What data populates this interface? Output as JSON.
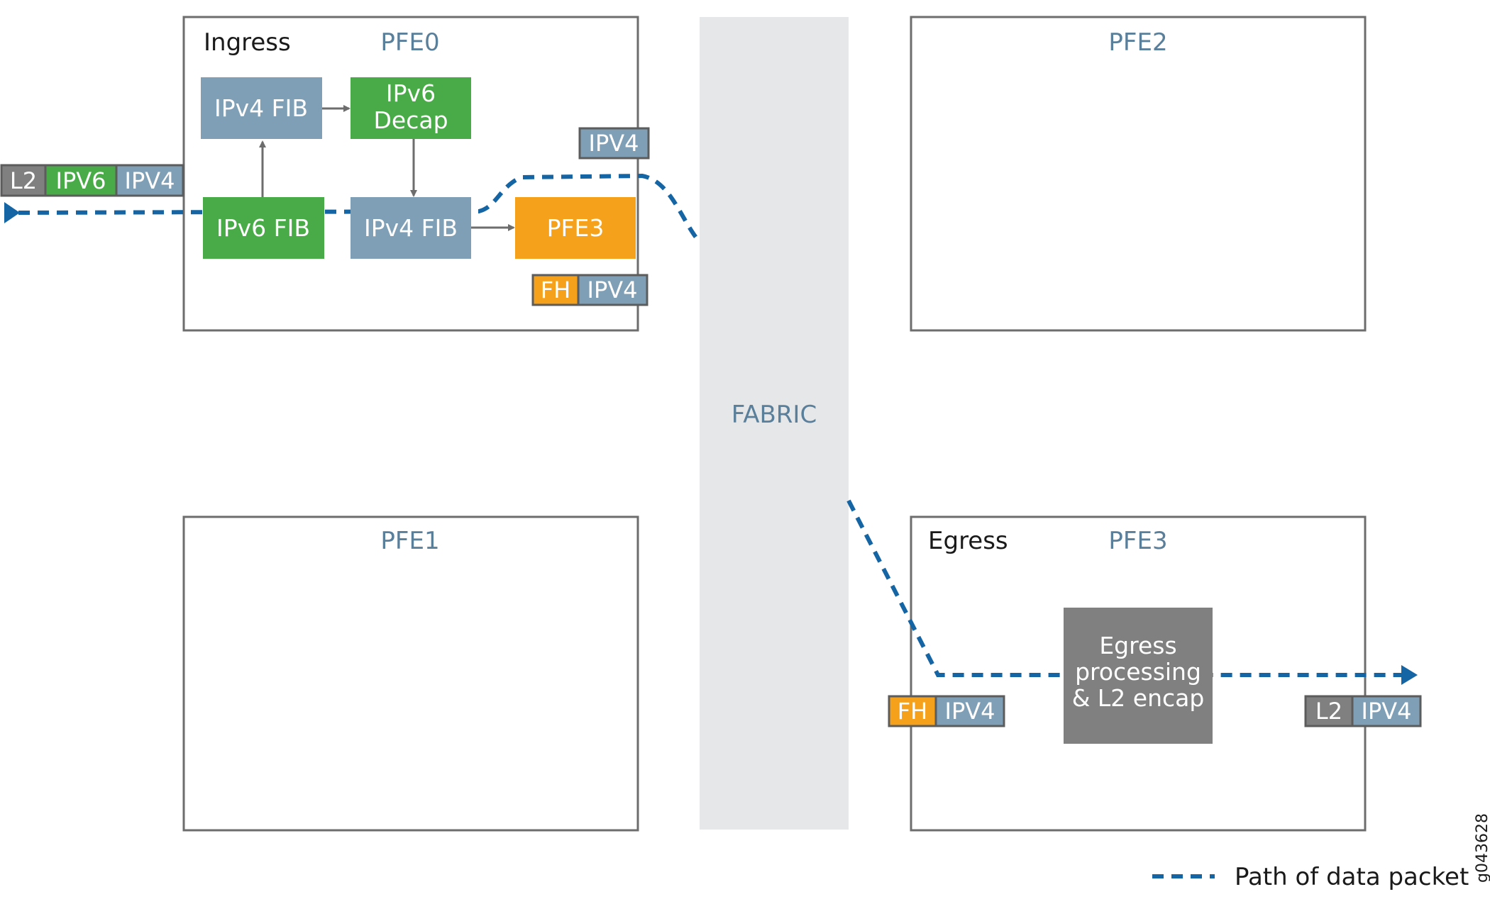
{
  "colors": {
    "blue_gray": "#7f9fb6",
    "green": "#48ab47",
    "orange": "#f5a11c",
    "dark_gray": "#808080",
    "fabric": "#e6e7e9",
    "border": "#6d6d6d",
    "path": "#1565a4",
    "pfe_label": "#5a7f9b"
  },
  "fabric": {
    "label": "FABRIC"
  },
  "pfe0": {
    "title": "PFE0",
    "role": "Ingress"
  },
  "pfe1": {
    "title": "PFE1"
  },
  "pfe2": {
    "title": "PFE2"
  },
  "pfe3": {
    "title": "PFE3",
    "role": "Egress"
  },
  "blocks": {
    "ipv4_fib_top": "IPv4 FIB",
    "ipv6_decap": [
      "IPv6",
      "Decap"
    ],
    "ipv6_fib": "IPv6 FIB",
    "ipv4_fib_bottom": "IPv4 FIB",
    "pfe3_target": "PFE3",
    "egress_processing": [
      "Egress",
      "processing",
      "& L2 encap"
    ]
  },
  "packets": {
    "input": [
      "L2",
      "IPV6",
      "IPV4"
    ],
    "after_decap": [
      "IPV4"
    ],
    "with_fabric_header": [
      "FH",
      "IPV4"
    ],
    "egress_in": [
      "FH",
      "IPV4"
    ],
    "egress_out": [
      "L2",
      "IPV4"
    ]
  },
  "legend": {
    "path_label": "Path of data packet"
  },
  "figure_id": "g043628"
}
